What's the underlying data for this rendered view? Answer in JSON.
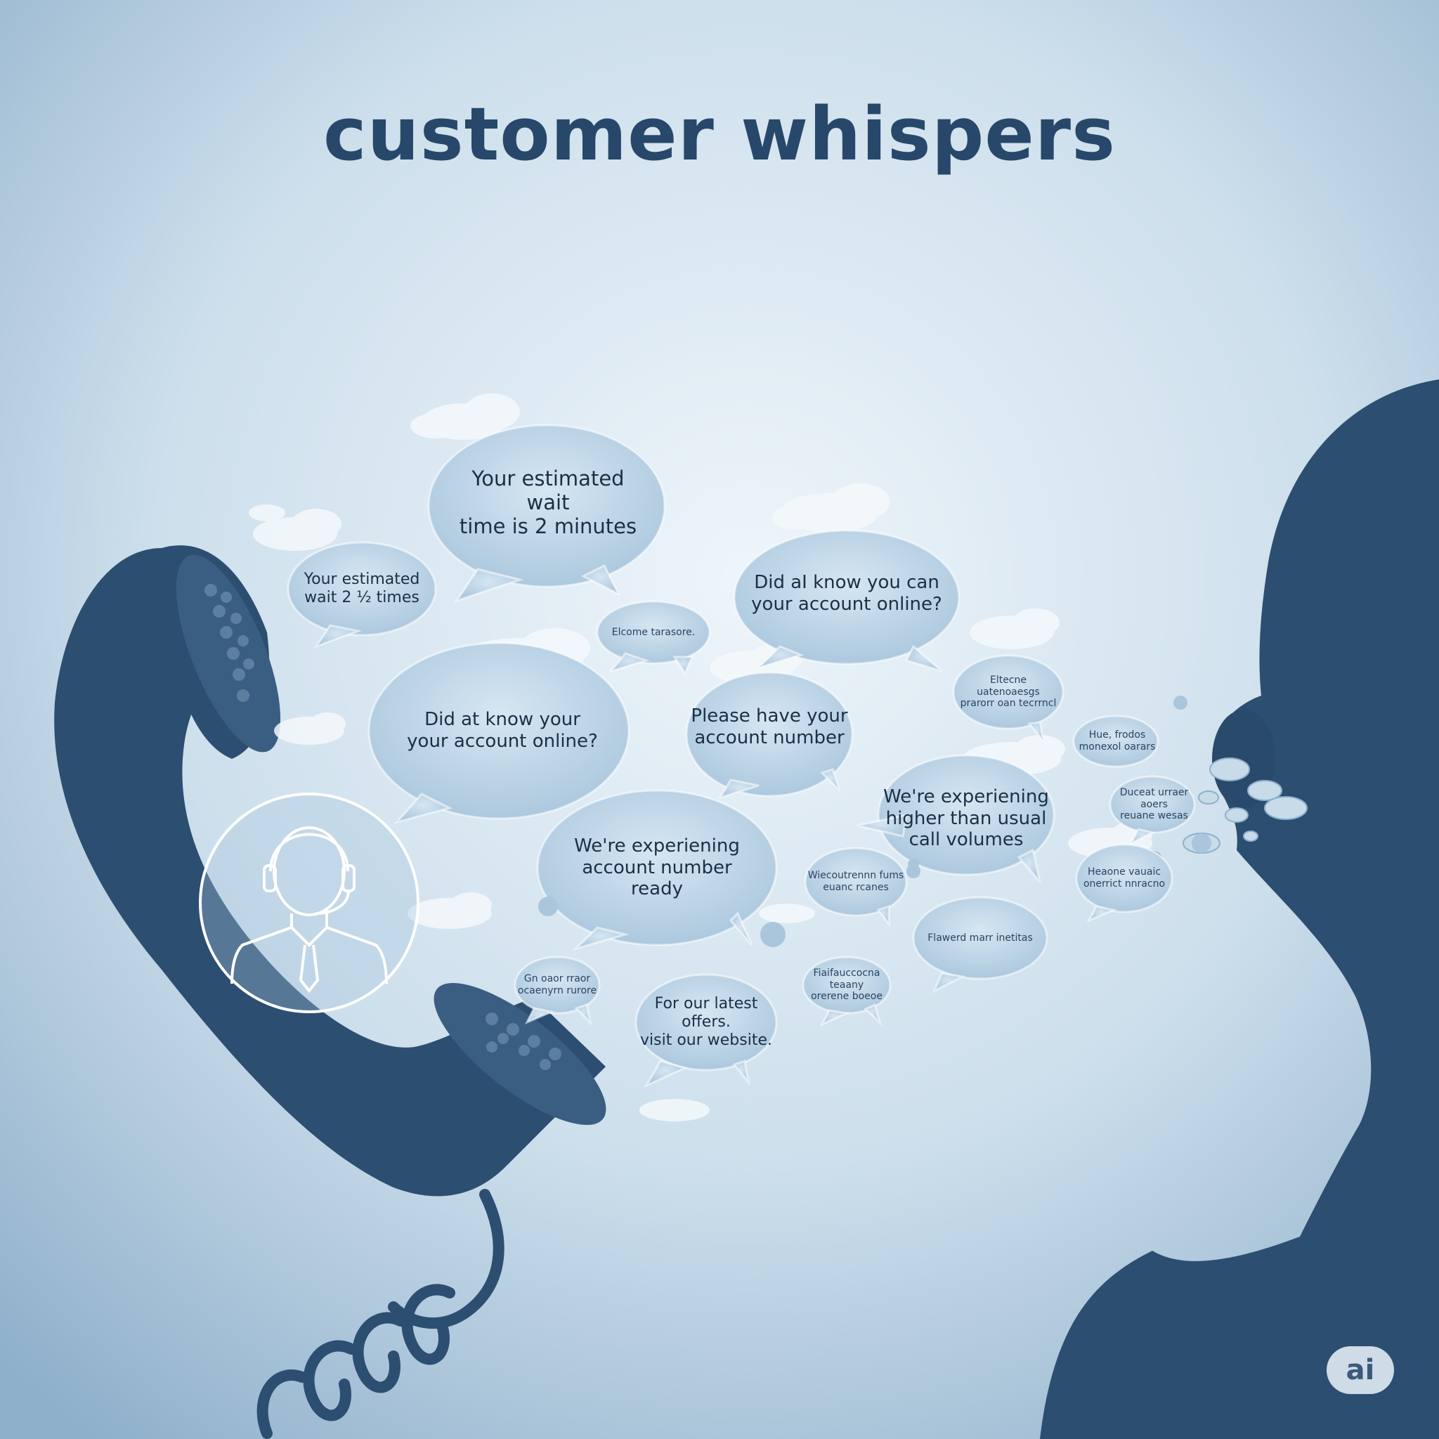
{
  "title": "customer whispers",
  "colors": {
    "background_light": "#e3eef5",
    "background_dark": "#8fb0cb",
    "silhouette": "#2c4e70",
    "bubble_fill": "#b9d3e6",
    "title": "#27486a"
  },
  "icons": {
    "phone": "telephone-handset-icon",
    "agent": "support-agent-headset-icon",
    "head": "human-head-silhouette-icon"
  },
  "bubbles": [
    "Your estimated wait\ntime is 2 minutes",
    "Your estimated\nwait 2 ½ times",
    "Elcome tarasore.",
    "Did aI know you can\nyour account online?",
    "Did at know your\nyour account online?",
    "Please have your\naccount number",
    "Eltecne uatenoaesgs\nprarorr oan tecrrncl",
    "We're experiening\naccount number\nready",
    "We're experiening\nhigher than usual\ncall volumes",
    "Hue, frodos\nmonexol oarars",
    "Duceat urraer aoers\nreuane wesas",
    "Wiecoutrennn fums\neuanc rcanes",
    "Heaone vauaic\nonerrict nnracno",
    "Flawerd marr inetitas",
    "Gn oaor rraor\nocaenyrn rurore",
    "Fiaifauccocna teaany\norerene boeoe",
    "For our latest offers.\nvisit our website."
  ],
  "badge": "ai"
}
